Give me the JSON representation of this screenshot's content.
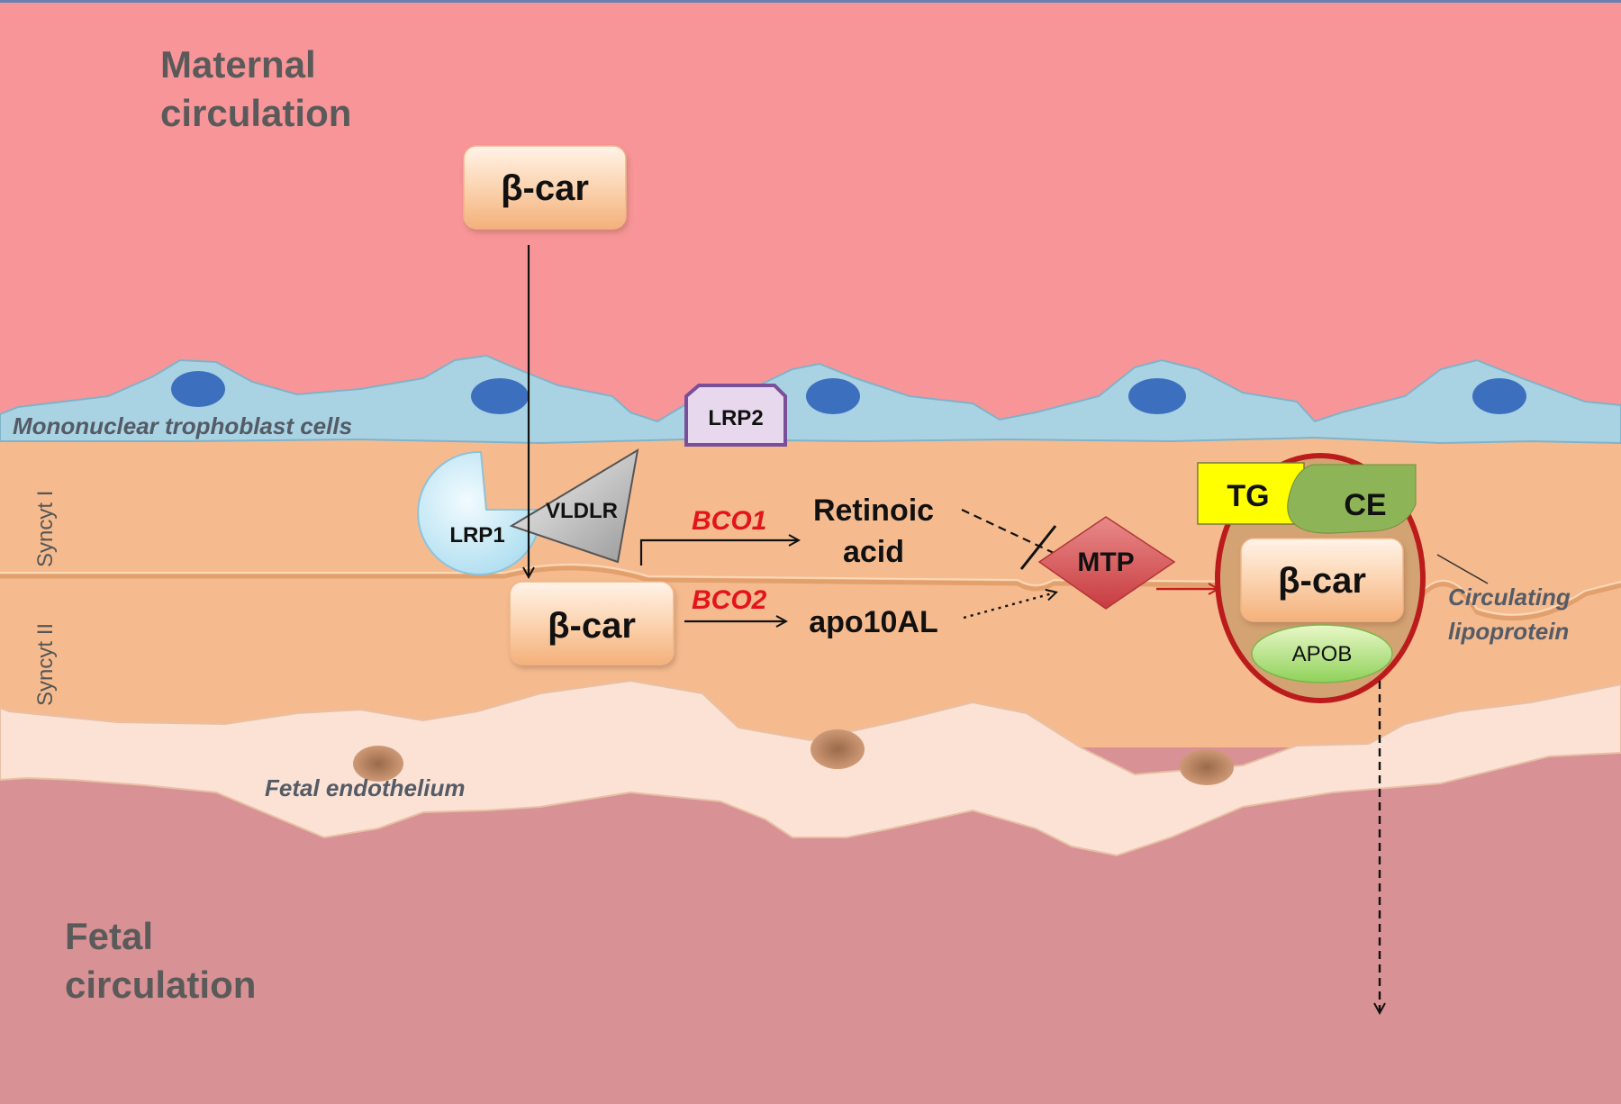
{
  "regions": {
    "maternal_line1": "Maternal",
    "maternal_line2": "circulation",
    "fetal_line1": "Fetal",
    "fetal_line2": "circulation"
  },
  "layers": {
    "trophoblast": "Mononuclear trophoblast cells",
    "syncyt1": "Syncyt I",
    "syncyt2": "Syncyt II",
    "endothelium": "Fetal endothelium"
  },
  "molecules": {
    "bcar_top": "β-car",
    "bcar_mid": "β-car",
    "bcar_lipo": "β-car",
    "lrp2": "LRP2",
    "lrp1": "LRP1",
    "vldlr": "VLDLR",
    "retinoic1": "Retinoic",
    "retinoic2": "acid",
    "apo10al": "apo10AL",
    "mtp": "MTP",
    "tg": "TG",
    "ce": "CE",
    "apob": "APOB",
    "lipo1": "Circulating",
    "lipo2": "lipoprotein"
  },
  "enzymes": {
    "bco1": "BCO1",
    "bco2": "BCO2"
  },
  "colors": {
    "maternal": "#f89598",
    "trophoblast": "#a9d3e3",
    "syncytium": "#f5bb8f",
    "endothelium": "#fbe2d4",
    "fetal": "#d89194",
    "enzyme_red": "#e3151a",
    "lipoprotein_ring": "#bb1b1b"
  }
}
